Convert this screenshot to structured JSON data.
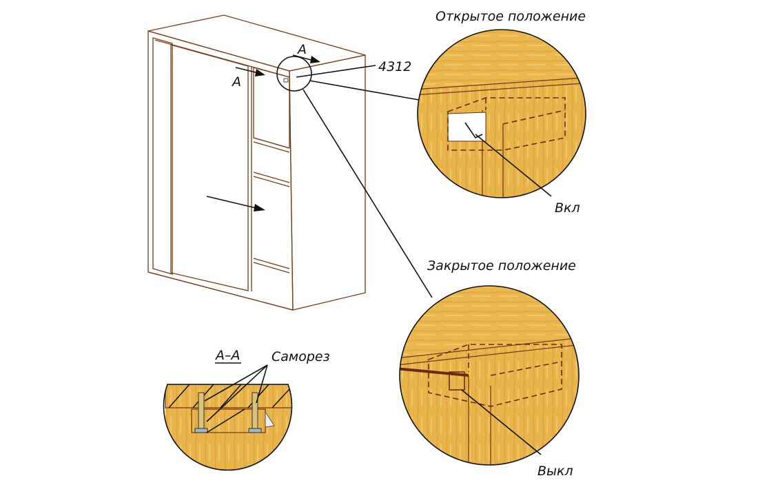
{
  "labels": {
    "section_arrow_top": "A",
    "section_arrow_left": "A",
    "part_number": "4312",
    "open_position_title": "Открытое положение",
    "on_label": "Вкл",
    "closed_position_title": "Закрытое положение",
    "off_label": "Выкл",
    "section_title": "A–A",
    "screw_label": "Саморез"
  },
  "colors": {
    "wood": "#e9b54a",
    "wood_light": "#f2cb6a",
    "edge": "#7a3a18"
  }
}
